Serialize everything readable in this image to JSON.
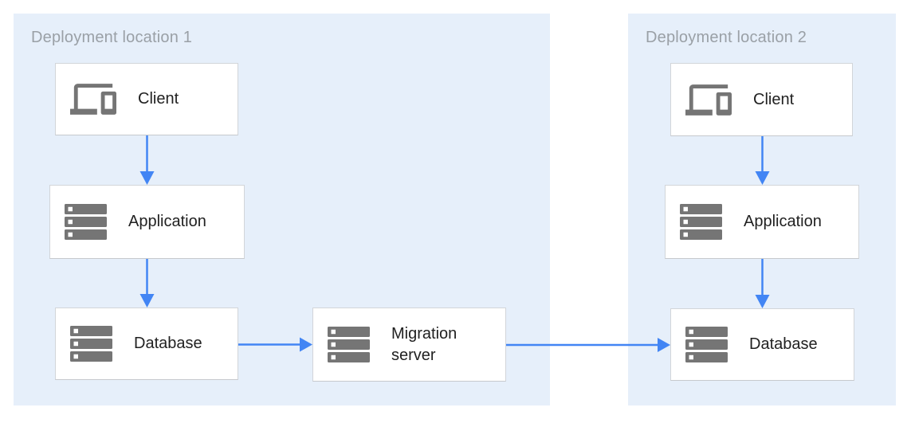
{
  "diagram": {
    "regions": [
      {
        "id": "deployment-location-1",
        "title": "Deployment location 1",
        "nodes": [
          {
            "id": "client-1",
            "label": "Client",
            "icon": "devices-icon"
          },
          {
            "id": "application-1",
            "label": "Application",
            "icon": "server-stack-icon"
          },
          {
            "id": "database-1",
            "label": "Database",
            "icon": "server-stack-icon"
          },
          {
            "id": "migration-server",
            "label": "Migration server",
            "icon": "server-stack-icon"
          }
        ]
      },
      {
        "id": "deployment-location-2",
        "title": "Deployment location 2",
        "nodes": [
          {
            "id": "client-2",
            "label": "Client",
            "icon": "devices-icon"
          },
          {
            "id": "application-2",
            "label": "Application",
            "icon": "server-stack-icon"
          },
          {
            "id": "database-2",
            "label": "Database",
            "icon": "server-stack-icon"
          }
        ]
      }
    ],
    "edges": [
      {
        "from": "client-1",
        "to": "application-1"
      },
      {
        "from": "application-1",
        "to": "database-1"
      },
      {
        "from": "database-1",
        "to": "migration-server"
      },
      {
        "from": "migration-server",
        "to": "database-2"
      },
      {
        "from": "client-2",
        "to": "application-2"
      },
      {
        "from": "application-2",
        "to": "database-2"
      }
    ],
    "colors": {
      "region_background": "#E6EFFA",
      "node_background": "#FFFFFF",
      "node_border": "#D2D5D9",
      "arrow": "#4285F4",
      "icon": "#757575",
      "node_label_text": "#212121",
      "region_title_text": "#9AA0A6"
    }
  }
}
